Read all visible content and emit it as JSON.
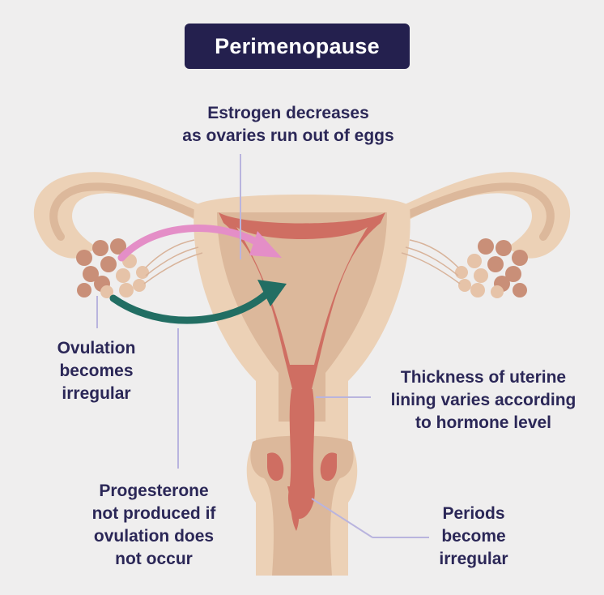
{
  "title": "Perimenopause",
  "labels": {
    "estrogen": [
      "Estrogen decreases",
      "as ovaries run out of eggs"
    ],
    "ovulation": [
      "Ovulation",
      "becomes",
      "irregular"
    ],
    "thickness": [
      "Thickness of uterine",
      "lining varies according",
      "to hormone level"
    ],
    "progesterone": [
      "Progesterone",
      "not produced if",
      "ovulation does",
      "not occur"
    ],
    "periods": [
      "Periods",
      "become",
      "irregular"
    ]
  },
  "colors": {
    "background": "#efeeee",
    "title_bg": "#24204e",
    "label_text": "#2b2757",
    "uterus_outer": "#ecd1b6",
    "uterus_inner": "#dcb89b",
    "lining": "#cf6e62",
    "estrogen_arrow": "#e48ec7",
    "progesterone_arrow": "#226e63",
    "leader_line": "#b9b4de"
  },
  "icons": [
    "estrogen-arrow-icon",
    "progesterone-arrow-icon",
    "left-ovary-icon",
    "right-ovary-icon"
  ]
}
